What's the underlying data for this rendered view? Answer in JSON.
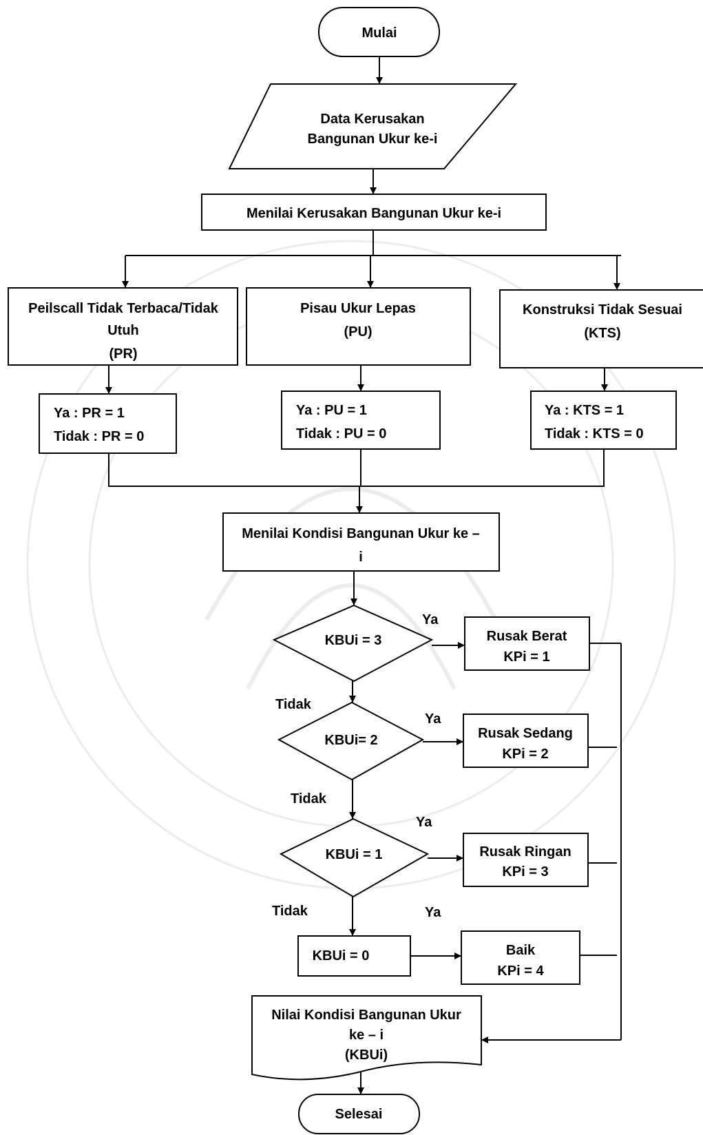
{
  "colors": {
    "stroke": "#000000",
    "fill": "#ffffff",
    "text": "#000000",
    "watermark": "#e8e8e8"
  },
  "nodes": {
    "start": "Mulai",
    "input_line1": "Data Kerusakan",
    "input_line2": "Bangunan Ukur ke-i",
    "assess_damage": "Menilai Kerusakan Bangunan Ukur ke-i",
    "pr_line1": "Peilscall Tidak Terbaca/Tidak",
    "pr_line2": "Utuh",
    "pr_line3": "(PR)",
    "pu_line1": "Pisau Ukur Lepas",
    "pu_line2": "(PU)",
    "kts_line1": "Konstruksi Tidak Sesuai",
    "kts_line2": "(KTS)",
    "pr_ya": "Ya      : PR = 1",
    "pr_tidak": "Tidak  : PR = 0",
    "pu_ya": "Ya      : PU = 1",
    "pu_tidak": "Tidak  : PU = 0",
    "kts_ya": "Ya      : KTS = 1",
    "kts_tidak": "Tidak  : KTS = 0",
    "assess_cond_line1": "Menilai Kondisi Bangunan Ukur ke –",
    "assess_cond_line2": "i",
    "dec3": "KBUi = 3",
    "dec2": "KBUi= 2",
    "dec1": "KBUi = 1",
    "kbu0": "KBUi = 0",
    "r1_line1": "Rusak Berat",
    "r1_line2": "KPi = 1",
    "r2_line1": "Rusak Sedang",
    "r2_line2": "KPi = 2",
    "r3_line1": "Rusak Ringan",
    "r3_line2": "KPi = 3",
    "r4_line1": "Baik",
    "r4_line2": "KPi = 4",
    "out_line1": "Nilai Kondisi Bangunan Ukur",
    "out_line2": "ke – i",
    "out_line3": "(KBUi)",
    "end": "Selesai"
  },
  "labels": {
    "ya": "Ya",
    "tidak": "Tidak"
  }
}
